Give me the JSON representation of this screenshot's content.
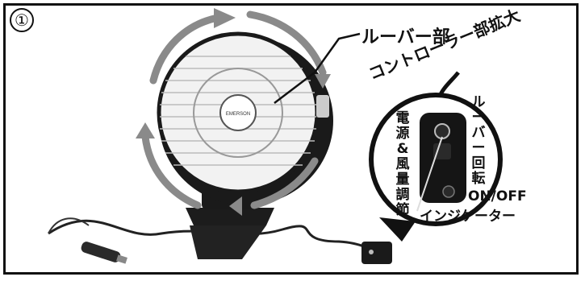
{
  "figure": {
    "number": "①",
    "callouts": {
      "louver": "ルーバー部",
      "controller_zoom": "コントローラー部拡大",
      "power_airflow": "電源&風量調節",
      "louver_rotation": "ルーバー回転",
      "on_off": "ON/OFF",
      "indicator": "インジケーター"
    },
    "brand_on_fan": "EMERSON"
  },
  "colors": {
    "frame": "#111111",
    "arrows": "#8a8a8a",
    "fan_dark": "#1a1a1a",
    "fan_light": "#e8e8e8"
  }
}
